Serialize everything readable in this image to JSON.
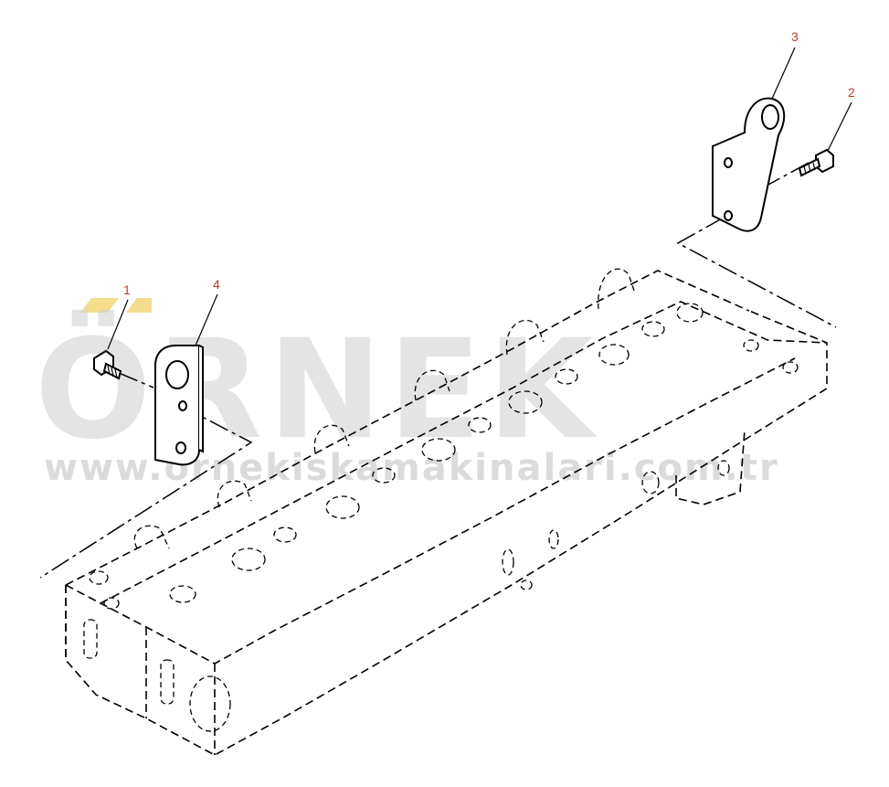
{
  "watermark": {
    "brand": "ÖRNEK",
    "url": "www.ornekiskamakinalari.com.tr",
    "accent_color": "#f3d77a",
    "text_color": "#cfcfcf"
  },
  "callouts": [
    {
      "id": "1",
      "label": "1",
      "part": "bolt"
    },
    {
      "id": "2",
      "label": "2",
      "part": "bolt"
    },
    {
      "id": "3",
      "label": "3",
      "part": "lifting-bracket"
    },
    {
      "id": "4",
      "label": "4",
      "part": "lifting-plate"
    }
  ],
  "colors": {
    "callout": "#c0392b",
    "line": "#000000",
    "background": "#ffffff"
  }
}
